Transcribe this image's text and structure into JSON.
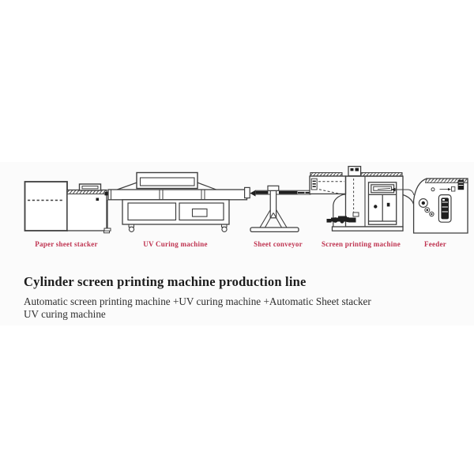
{
  "diagram": {
    "line_color": "#3f3f3f",
    "label_color": "#bf3350",
    "machines": [
      {
        "id": "paper-sheet-stacker",
        "label": "Paper sheet stacker"
      },
      {
        "id": "uv-curing-machine",
        "label": "UV Curing machine"
      },
      {
        "id": "sheet-conveyor",
        "label": "Sheet conveyor"
      },
      {
        "id": "screen-printing-machine",
        "label": "Screen printing machine"
      },
      {
        "id": "feeder",
        "label": "Feeder"
      }
    ]
  },
  "content": {
    "title": "Cylinder screen printing machine production line",
    "description_lines": [
      "Automatic screen printing machine +UV curing machine +Automatic Sheet stacker",
      "UV curing machine"
    ]
  }
}
